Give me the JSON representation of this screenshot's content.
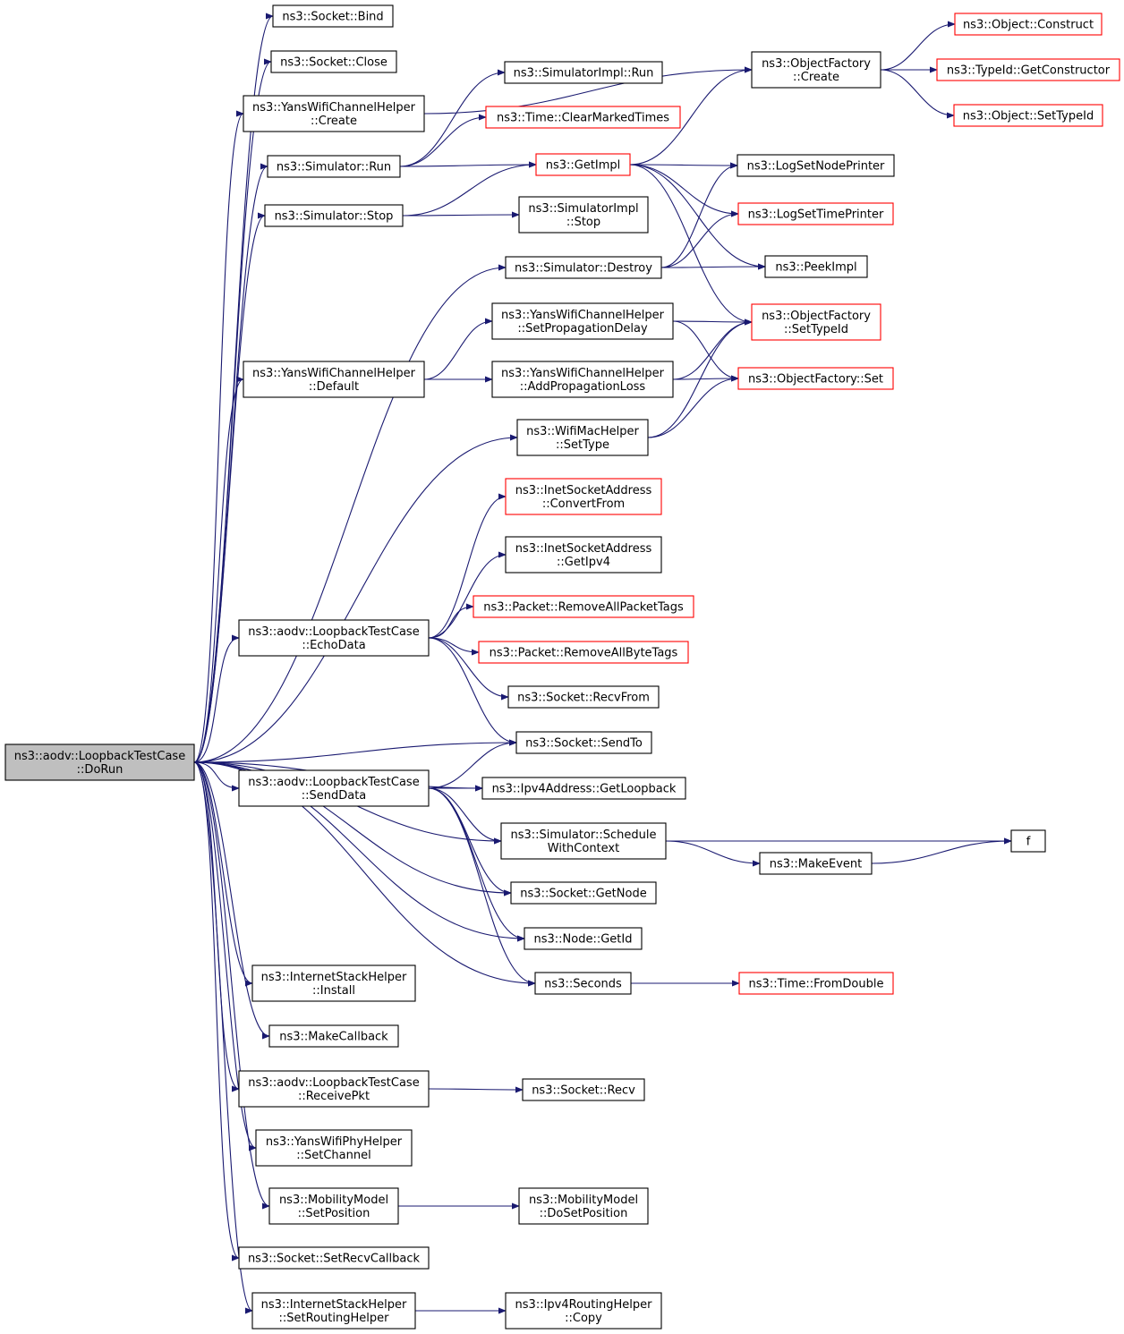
{
  "colors": {
    "edge": "#191970",
    "normal_border": "#000000",
    "incomplete_border": "#ff0000",
    "root_fill": "#bfbfbf",
    "node_fill": "#ffffff"
  },
  "nodes": [
    {
      "id": "root",
      "lines": [
        "ns3::aodv::LoopbackTestCase",
        "::DoRun"
      ],
      "style": "root"
    },
    {
      "id": "socket-bind",
      "lines": [
        "ns3::Socket::Bind"
      ],
      "style": "normal"
    },
    {
      "id": "socket-close",
      "lines": [
        "ns3::Socket::Close"
      ],
      "style": "normal"
    },
    {
      "id": "yans-channel-create",
      "lines": [
        "ns3::YansWifiChannelHelper",
        "::Create"
      ],
      "style": "normal"
    },
    {
      "id": "simulator-run",
      "lines": [
        "ns3::Simulator::Run"
      ],
      "style": "normal"
    },
    {
      "id": "simulator-stop",
      "lines": [
        "ns3::Simulator::Stop"
      ],
      "style": "normal"
    },
    {
      "id": "yans-channel-default",
      "lines": [
        "ns3::YansWifiChannelHelper",
        "::Default"
      ],
      "style": "normal"
    },
    {
      "id": "echo-data",
      "lines": [
        "ns3::aodv::LoopbackTestCase",
        "::EchoData"
      ],
      "style": "normal"
    },
    {
      "id": "send-data",
      "lines": [
        "ns3::aodv::LoopbackTestCase",
        "::SendData"
      ],
      "style": "normal"
    },
    {
      "id": "internet-install",
      "lines": [
        "ns3::InternetStackHelper",
        "::Install"
      ],
      "style": "normal"
    },
    {
      "id": "make-callback",
      "lines": [
        "ns3::MakeCallback"
      ],
      "style": "normal"
    },
    {
      "id": "receive-pkt",
      "lines": [
        "ns3::aodv::LoopbackTestCase",
        "::ReceivePkt"
      ],
      "style": "normal"
    },
    {
      "id": "yans-phy-setchannel",
      "lines": [
        "ns3::YansWifiPhyHelper",
        "::SetChannel"
      ],
      "style": "normal"
    },
    {
      "id": "mobility-setposition",
      "lines": [
        "ns3::MobilityModel",
        "::SetPosition"
      ],
      "style": "normal"
    },
    {
      "id": "socket-setrecvcallback",
      "lines": [
        "ns3::Socket::SetRecvCallback"
      ],
      "style": "normal"
    },
    {
      "id": "internet-setrouting",
      "lines": [
        "ns3::InternetStackHelper",
        "::SetRoutingHelper"
      ],
      "style": "normal"
    },
    {
      "id": "simimpl-run",
      "lines": [
        "ns3::SimulatorImpl::Run"
      ],
      "style": "normal"
    },
    {
      "id": "time-clearmarked",
      "lines": [
        "ns3::Time::ClearMarkedTimes"
      ],
      "style": "incomplete"
    },
    {
      "id": "getimpl",
      "lines": [
        "ns3::GetImpl"
      ],
      "style": "incomplete"
    },
    {
      "id": "simimpl-stop",
      "lines": [
        "ns3::SimulatorImpl",
        "::Stop"
      ],
      "style": "normal"
    },
    {
      "id": "simulator-destroy",
      "lines": [
        "ns3::Simulator::Destroy"
      ],
      "style": "normal"
    },
    {
      "id": "yans-setpropdelay",
      "lines": [
        "ns3::YansWifiChannelHelper",
        "::SetPropagationDelay"
      ],
      "style": "normal"
    },
    {
      "id": "yans-addproploss",
      "lines": [
        "ns3::YansWifiChannelHelper",
        "::AddPropagationLoss"
      ],
      "style": "normal"
    },
    {
      "id": "wifimac-settype",
      "lines": [
        "ns3::WifiMacHelper",
        "::SetType"
      ],
      "style": "normal"
    },
    {
      "id": "inet-convertfrom",
      "lines": [
        "ns3::InetSocketAddress",
        "::ConvertFrom"
      ],
      "style": "incomplete"
    },
    {
      "id": "inet-getipv4",
      "lines": [
        "ns3::InetSocketAddress",
        "::GetIpv4"
      ],
      "style": "normal"
    },
    {
      "id": "packet-removepackettags",
      "lines": [
        "ns3::Packet::RemoveAllPacketTags"
      ],
      "style": "incomplete"
    },
    {
      "id": "packet-removebytetags",
      "lines": [
        "ns3::Packet::RemoveAllByteTags"
      ],
      "style": "incomplete"
    },
    {
      "id": "socket-recvfrom",
      "lines": [
        "ns3::Socket::RecvFrom"
      ],
      "style": "normal"
    },
    {
      "id": "socket-sendto",
      "lines": [
        "ns3::Socket::SendTo"
      ],
      "style": "normal"
    },
    {
      "id": "ipv4-getloopback",
      "lines": [
        "ns3::Ipv4Address::GetLoopback"
      ],
      "style": "normal"
    },
    {
      "id": "simulator-schedulectx",
      "lines": [
        "ns3::Simulator::Schedule",
        "WithContext"
      ],
      "style": "normal"
    },
    {
      "id": "socket-getnode",
      "lines": [
        "ns3::Socket::GetNode"
      ],
      "style": "normal"
    },
    {
      "id": "node-getid",
      "lines": [
        "ns3::Node::GetId"
      ],
      "style": "normal"
    },
    {
      "id": "seconds",
      "lines": [
        "ns3::Seconds"
      ],
      "style": "normal"
    },
    {
      "id": "socket-recv",
      "lines": [
        "ns3::Socket::Recv"
      ],
      "style": "normal"
    },
    {
      "id": "mobility-dosetposition",
      "lines": [
        "ns3::MobilityModel",
        "::DoSetPosition"
      ],
      "style": "normal"
    },
    {
      "id": "ipv4routing-copy",
      "lines": [
        "ns3::Ipv4RoutingHelper",
        "::Copy"
      ],
      "style": "normal"
    },
    {
      "id": "objfactory-create",
      "lines": [
        "ns3::ObjectFactory",
        "::Create"
      ],
      "style": "normal"
    },
    {
      "id": "logsetnodeprinter",
      "lines": [
        "ns3::LogSetNodePrinter"
      ],
      "style": "normal"
    },
    {
      "id": "logsettimeprinter",
      "lines": [
        "ns3::LogSetTimePrinter"
      ],
      "style": "incomplete"
    },
    {
      "id": "peekimpl",
      "lines": [
        "ns3::PeekImpl"
      ],
      "style": "normal"
    },
    {
      "id": "objfactory-settypeid",
      "lines": [
        "ns3::ObjectFactory",
        "::SetTypeId"
      ],
      "style": "incomplete"
    },
    {
      "id": "objfactory-set",
      "lines": [
        "ns3::ObjectFactory::Set"
      ],
      "style": "incomplete"
    },
    {
      "id": "makeevent",
      "lines": [
        "ns3::MakeEvent"
      ],
      "style": "normal"
    },
    {
      "id": "time-fromdouble",
      "lines": [
        "ns3::Time::FromDouble"
      ],
      "style": "incomplete"
    },
    {
      "id": "f",
      "lines": [
        "f"
      ],
      "style": "normal"
    },
    {
      "id": "object-construct",
      "lines": [
        "ns3::Object::Construct"
      ],
      "style": "incomplete"
    },
    {
      "id": "typeid-getconstructor",
      "lines": [
        "ns3::TypeId::GetConstructor"
      ],
      "style": "incomplete"
    },
    {
      "id": "object-settypeid",
      "lines": [
        "ns3::Object::SetTypeId"
      ],
      "style": "incomplete"
    }
  ],
  "edges": [
    [
      "root",
      "socket-bind"
    ],
    [
      "root",
      "socket-close"
    ],
    [
      "root",
      "yans-channel-create"
    ],
    [
      "root",
      "simulator-run"
    ],
    [
      "root",
      "simulator-stop"
    ],
    [
      "root",
      "simulator-destroy"
    ],
    [
      "root",
      "yans-channel-default"
    ],
    [
      "root",
      "wifimac-settype"
    ],
    [
      "root",
      "echo-data"
    ],
    [
      "root",
      "socket-sendto"
    ],
    [
      "root",
      "ipv4-getloopback"
    ],
    [
      "root",
      "send-data"
    ],
    [
      "root",
      "simulator-schedulectx"
    ],
    [
      "root",
      "socket-getnode"
    ],
    [
      "root",
      "node-getid"
    ],
    [
      "root",
      "seconds"
    ],
    [
      "root",
      "internet-install"
    ],
    [
      "root",
      "make-callback"
    ],
    [
      "root",
      "receive-pkt"
    ],
    [
      "root",
      "yans-phy-setchannel"
    ],
    [
      "root",
      "mobility-setposition"
    ],
    [
      "root",
      "socket-setrecvcallback"
    ],
    [
      "root",
      "internet-setrouting"
    ],
    [
      "yans-channel-create",
      "objfactory-create"
    ],
    [
      "simulator-run",
      "simimpl-run"
    ],
    [
      "simulator-run",
      "time-clearmarked"
    ],
    [
      "simulator-run",
      "getimpl"
    ],
    [
      "simulator-stop",
      "getimpl"
    ],
    [
      "simulator-stop",
      "simimpl-stop"
    ],
    [
      "simulator-destroy",
      "logsetnodeprinter"
    ],
    [
      "simulator-destroy",
      "logsettimeprinter"
    ],
    [
      "simulator-destroy",
      "peekimpl"
    ],
    [
      "getimpl",
      "objfactory-create"
    ],
    [
      "getimpl",
      "logsetnodeprinter"
    ],
    [
      "getimpl",
      "logsettimeprinter"
    ],
    [
      "getimpl",
      "peekimpl"
    ],
    [
      "getimpl",
      "objfactory-settypeid"
    ],
    [
      "yans-channel-default",
      "yans-setpropdelay"
    ],
    [
      "yans-channel-default",
      "yans-addproploss"
    ],
    [
      "yans-setpropdelay",
      "objfactory-settypeid"
    ],
    [
      "yans-setpropdelay",
      "objfactory-set"
    ],
    [
      "yans-addproploss",
      "objfactory-settypeid"
    ],
    [
      "yans-addproploss",
      "objfactory-set"
    ],
    [
      "wifimac-settype",
      "objfactory-set"
    ],
    [
      "wifimac-settype",
      "objfactory-settypeid"
    ],
    [
      "echo-data",
      "inet-convertfrom"
    ],
    [
      "echo-data",
      "inet-getipv4"
    ],
    [
      "echo-data",
      "packet-removepackettags"
    ],
    [
      "echo-data",
      "packet-removebytetags"
    ],
    [
      "echo-data",
      "socket-recvfrom"
    ],
    [
      "echo-data",
      "socket-sendto"
    ],
    [
      "send-data",
      "socket-sendto"
    ],
    [
      "send-data",
      "ipv4-getloopback"
    ],
    [
      "send-data",
      "simulator-schedulectx"
    ],
    [
      "send-data",
      "socket-getnode"
    ],
    [
      "send-data",
      "node-getid"
    ],
    [
      "send-data",
      "seconds"
    ],
    [
      "simulator-schedulectx",
      "f"
    ],
    [
      "simulator-schedulectx",
      "makeevent"
    ],
    [
      "makeevent",
      "f"
    ],
    [
      "seconds",
      "time-fromdouble"
    ],
    [
      "receive-pkt",
      "socket-recv"
    ],
    [
      "mobility-setposition",
      "mobility-dosetposition"
    ],
    [
      "internet-setrouting",
      "ipv4routing-copy"
    ],
    [
      "objfactory-create",
      "object-construct"
    ],
    [
      "objfactory-create",
      "typeid-getconstructor"
    ],
    [
      "objfactory-create",
      "object-settypeid"
    ]
  ]
}
